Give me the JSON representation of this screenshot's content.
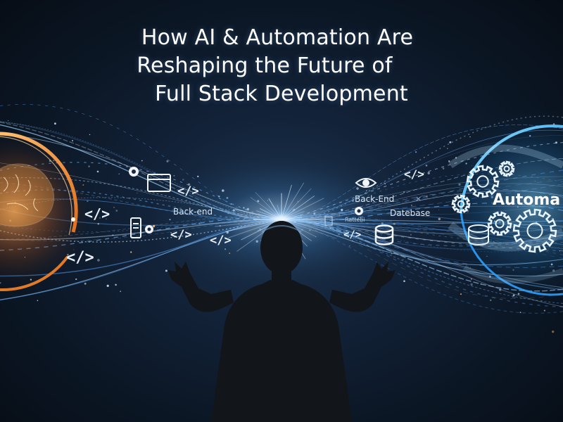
{
  "headline": {
    "line1": "How AI & Automation Are",
    "line2": "Reshaping the Future of",
    "line3": "Full Stack Development"
  },
  "labels": {
    "backend_left": "Back-end",
    "backend_right": "Back-End",
    "database": "Datebase",
    "small": "Rattebi",
    "automation": "Automa"
  },
  "code_glyph": "</>",
  "icons": [
    "brain-icon",
    "gear-icon",
    "browser-window-icon",
    "server-icon",
    "eye-icon",
    "database-icon",
    "gears-icon"
  ],
  "colors": {
    "brain_glow": "#f29a3a",
    "automation_glow": "#35a8ff",
    "center_light": "#ffffff"
  }
}
